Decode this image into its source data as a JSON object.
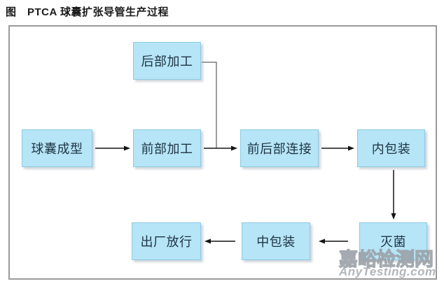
{
  "title": "图　PTCA 球囊扩张导管生产过程",
  "diagram": {
    "nodes": [
      {
        "id": "rear-processing",
        "label": "后部加工"
      },
      {
        "id": "balloon-forming",
        "label": "球囊成型"
      },
      {
        "id": "front-processing",
        "label": "前部加工"
      },
      {
        "id": "front-rear-connection",
        "label": "前后部连接"
      },
      {
        "id": "inner-packaging",
        "label": "内包装"
      },
      {
        "id": "factory-release",
        "label": "出厂放行"
      },
      {
        "id": "middle-packaging",
        "label": "中包装"
      },
      {
        "id": "sterilization",
        "label": "灭菌"
      }
    ],
    "edges": [
      {
        "from": "球囊成型",
        "to": "前部加工"
      },
      {
        "from": "前部加工",
        "to": "前后部连接"
      },
      {
        "from": "后部加工",
        "to": "前后部连接"
      },
      {
        "from": "前后部连接",
        "to": "内包装"
      },
      {
        "from": "内包装",
        "to": "灭菌"
      },
      {
        "from": "灭菌",
        "to": "中包装"
      },
      {
        "from": "中包装",
        "to": "出厂放行"
      }
    ]
  },
  "watermark": {
    "text_cn": "嘉峪检测网",
    "text_en": "AnyTesting.com"
  },
  "colors": {
    "node_fill": "#b6e5f7",
    "node_border": "#8ccbe3",
    "node_text": "#1d3442",
    "arrow": "#141414",
    "frame_border": "#9a9a9a"
  }
}
